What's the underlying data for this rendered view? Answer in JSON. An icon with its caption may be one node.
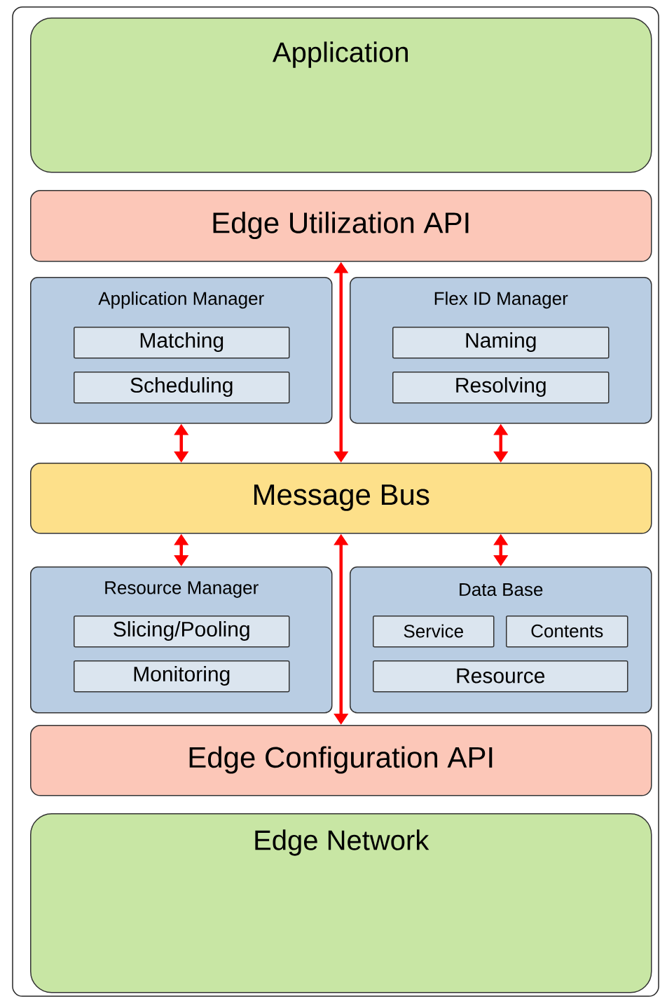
{
  "diagram": {
    "nodes": [
      {
        "text": [
          "Application"
        ]
      },
      {
        "text": [
          "Edge Utilization API"
        ]
      },
      {
        "text": [
          "Application Manager"
        ]
      },
      {
        "text": [
          "Matching"
        ],
        "in": 2
      },
      {
        "text": [
          "Scheduling"
        ],
        "in": 2
      },
      {
        "text": [
          "Flex ID Manager"
        ]
      },
      {
        "text": [
          "Naming"
        ],
        "in": 5
      },
      {
        "text": [
          "Resolving"
        ],
        "in": 5
      },
      {
        "text": [
          "Message Bus"
        ]
      },
      {
        "text": [
          "Resource Manager"
        ]
      },
      {
        "text": [
          "Slicing/Pooling"
        ],
        "in": 9
      },
      {
        "text": [
          "Monitoring"
        ],
        "in": 9
      },
      {
        "text": [
          "Data Base"
        ]
      },
      {
        "text": [
          "Service"
        ],
        "in": 12
      },
      {
        "text": [
          "Contents"
        ],
        "in": 12
      },
      {
        "text": [
          "Resource"
        ],
        "in": 12
      },
      {
        "text": [
          "Edge Configuration API"
        ]
      },
      {
        "text": [
          "Edge Network"
        ]
      }
    ],
    "edges": [
      {
        "from": 1,
        "to": 8,
        "arrow": "both"
      },
      {
        "from": 2,
        "to": 8,
        "arrow": "both"
      },
      {
        "from": 5,
        "to": 8,
        "arrow": "both"
      },
      {
        "from": 8,
        "to": 9,
        "arrow": "both"
      },
      {
        "from": 8,
        "to": 12,
        "arrow": "both"
      },
      {
        "from": 8,
        "to": 16,
        "arrow": "both"
      }
    ]
  }
}
